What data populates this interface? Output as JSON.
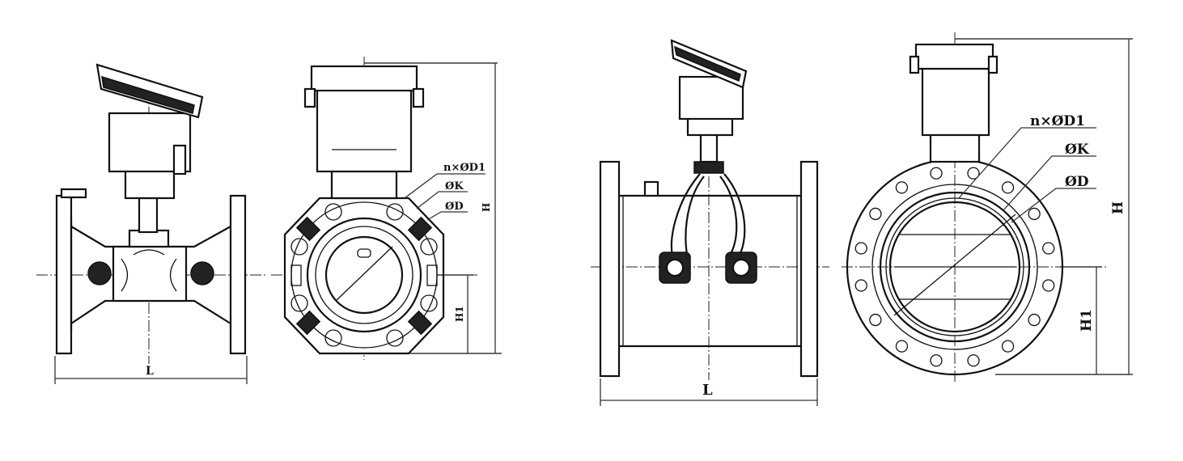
{
  "drawings": [
    {
      "name": "small-flowmeter-side-view",
      "labels": {
        "length": "L"
      }
    },
    {
      "name": "small-flowmeter-end-view",
      "labels": {
        "bolt_holes": "n×ØD1",
        "bolt_circle": "ØK",
        "flange_diameter": "ØD",
        "height": "H",
        "center_height": "H1"
      }
    },
    {
      "name": "large-flowmeter-side-view",
      "labels": {
        "length": "L"
      }
    },
    {
      "name": "large-flowmeter-end-view",
      "labels": {
        "bolt_holes": "n×ØD1",
        "bolt_circle": "ØK",
        "flange_diameter": "ØD",
        "height": "H",
        "center_height": "H1"
      }
    }
  ]
}
